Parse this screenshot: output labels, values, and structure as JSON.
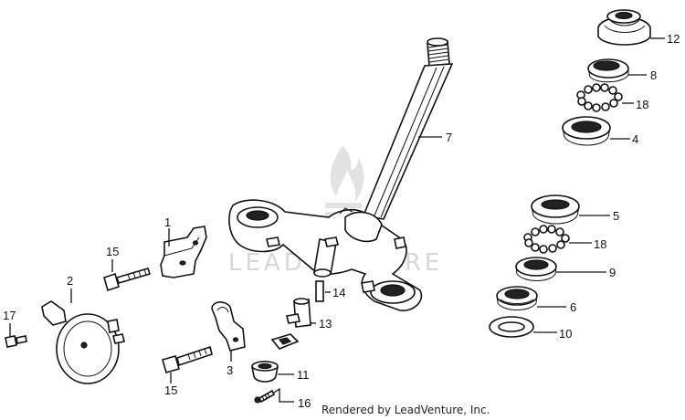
{
  "watermark": {
    "text": "LEADVENTURE"
  },
  "credit": "Rendered by LeadVenture, Inc.",
  "callouts": {
    "c1": "1",
    "c2": "2",
    "c3": "3",
    "c4": "4",
    "c5": "5",
    "c6": "6",
    "c7": "7",
    "c8": "8",
    "c9": "9",
    "c10": "10",
    "c11": "11",
    "c12": "12",
    "c13": "13",
    "c14": "14",
    "c15a": "15",
    "c15b": "15",
    "c16": "16",
    "c17": "17",
    "c18a": "18",
    "c18b": "18"
  }
}
